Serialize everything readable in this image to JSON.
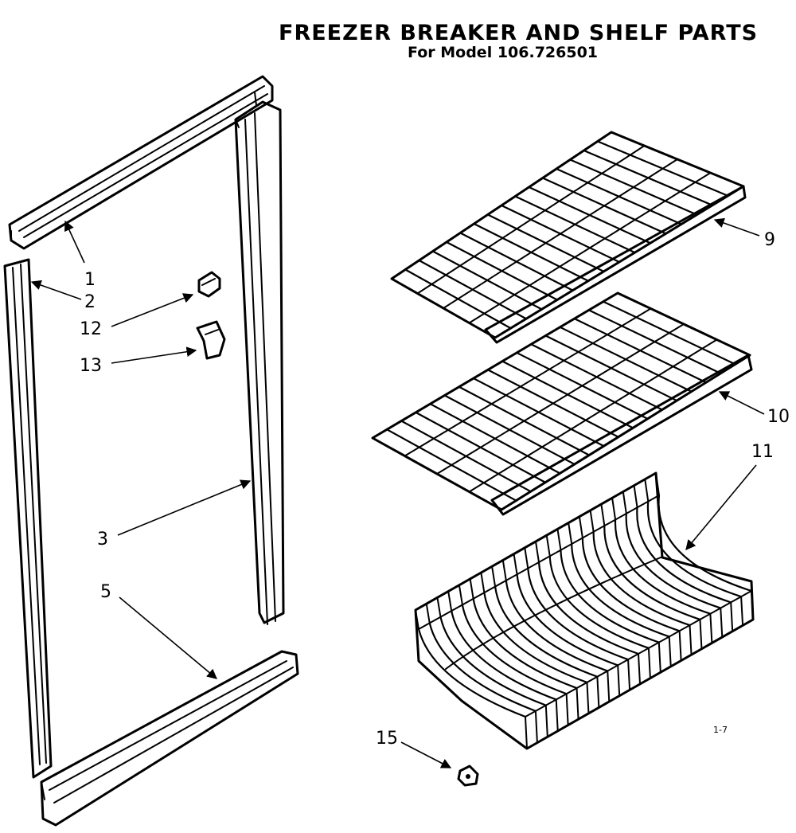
{
  "header": {
    "title": "FREEZER BREAKER AND SHELF PARTS",
    "subtitle": "For Model 106.726501"
  },
  "callouts": [
    "1",
    "2",
    "12",
    "13",
    "3",
    "5",
    "9",
    "10",
    "11",
    "15"
  ],
  "corner_code": "1-7",
  "colors": {
    "ink": "#000000",
    "paper": "#ffffff"
  }
}
